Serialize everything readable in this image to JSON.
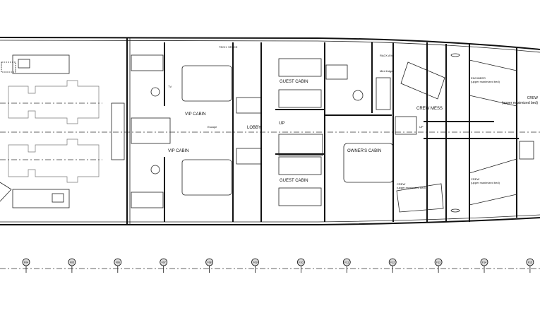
{
  "labels": {
    "vip_cabin_stbd": "VIP CABIN",
    "vip_cabin_port": "VIP CABIN",
    "lobby": "LOBBY",
    "up_1": "UP",
    "up_2": "UP",
    "guest_cabin_stbd": "GUEST CABIN",
    "guest_cabin_port": "GUEST CABIN",
    "owners_cabin": "OWNER'S CABIN",
    "crew_mess": "CREW MESS",
    "engineer": "ENGINEER",
    "engineer_note": "(upper maximized bed)",
    "crew_1": "CREW",
    "crew_1_note": "(upper maximized bed)",
    "crew_2": "CREW",
    "crew_2_note": "(upper maximized bed)",
    "crew_3": "CREW",
    "crew_3_note": "(upper maximized bed)",
    "escape": "Escape",
    "tv": "TV",
    "tech_space": "TECH. SPACE",
    "rack_av": "RACK A/V",
    "mini_fridge": "Mini fridge"
  },
  "frames": [
    "F04",
    "F05",
    "F06",
    "F07",
    "F08",
    "F09",
    "F10",
    "F11",
    "F12",
    "F13",
    "F14",
    "F15"
  ]
}
